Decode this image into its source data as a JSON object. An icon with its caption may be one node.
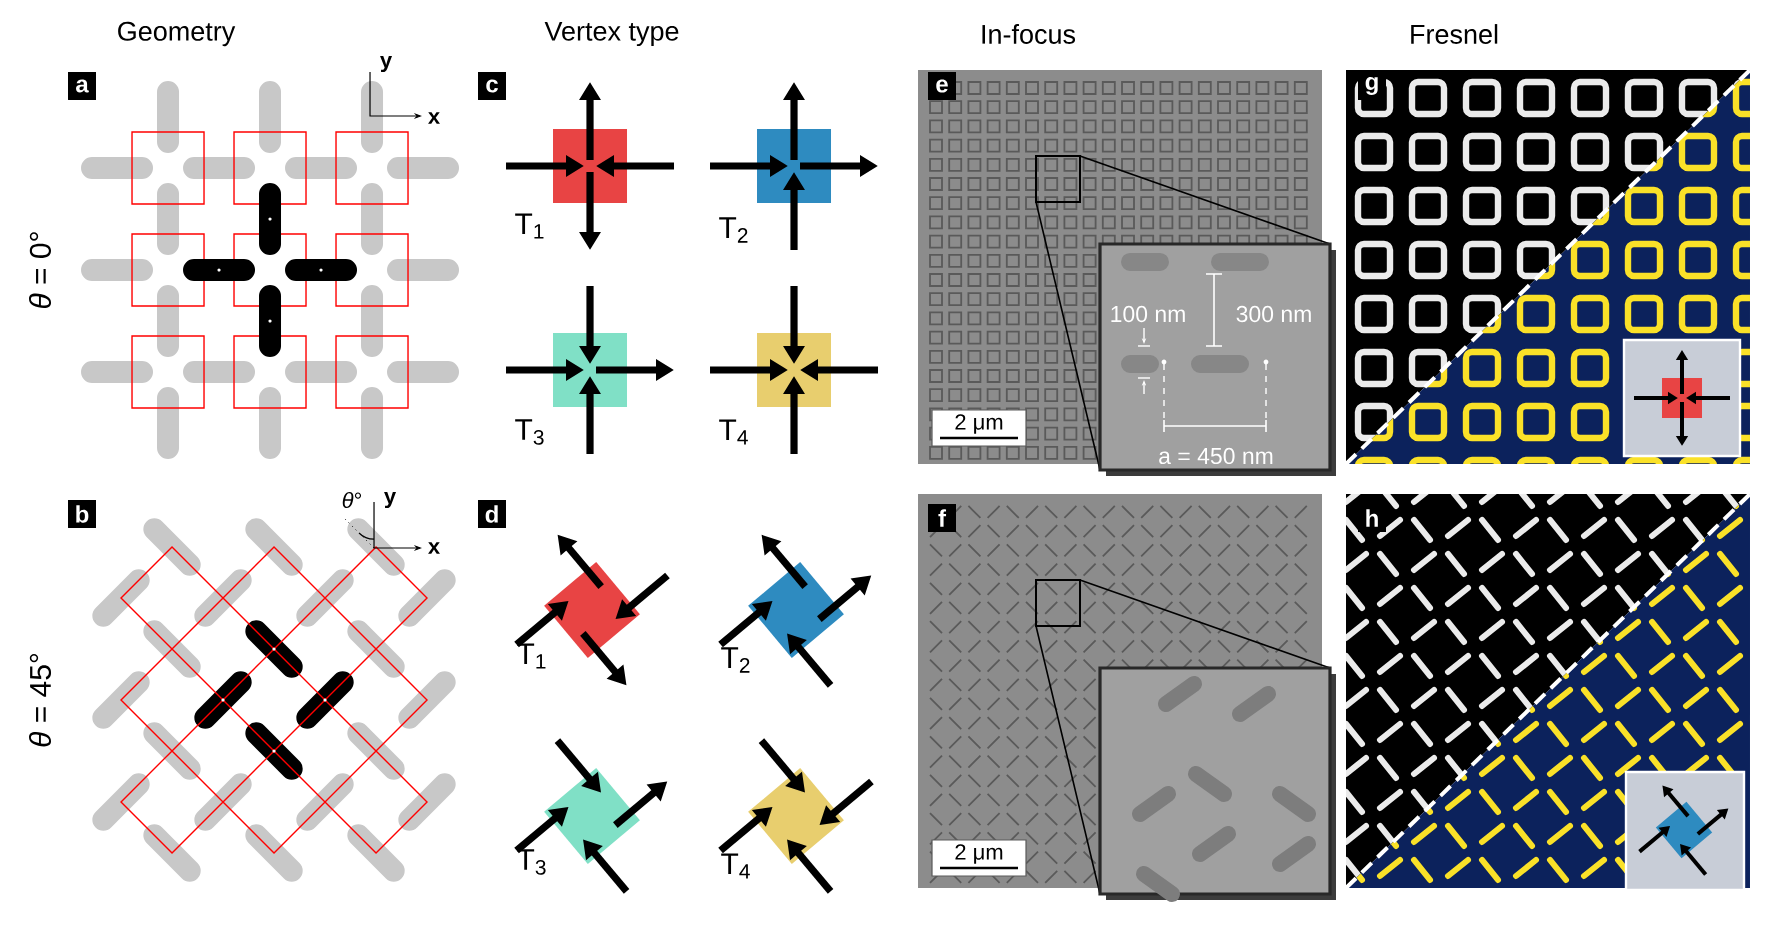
{
  "diagram": {
    "labels": [
      "Geometry",
      "Vertex type",
      "In-focus",
      "Fresnel",
      "a",
      "y",
      "x",
      "c",
      "e",
      "g",
      "*θ* = 0°",
      "T$_{1}$",
      "T$_{2}$",
      "100 nm",
      "300 nm",
      "T$_{3}$",
      "T$_{4}$",
      "a = 450 nm",
      "2 μm",
      "b",
      "*θ*°",
      "y",
      "x",
      "d",
      "f",
      "h",
      "*θ* = 45°",
      "T$_{1}$",
      "T$_{2}$",
      "T$_{3}$",
      "T$_{4}$",
      "2 μm"
    ]
  }
}
